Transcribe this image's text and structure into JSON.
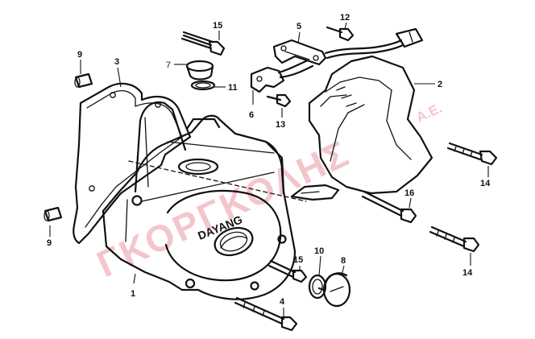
{
  "diagram": {
    "watermark": {
      "main": "ΓΚΟΡΓΚΟΛΗΣ",
      "suffix": "A.E."
    },
    "cover_casting_text": "DAYANG",
    "callouts": [
      {
        "id": "1",
        "label": "1"
      },
      {
        "id": "2",
        "label": "2"
      },
      {
        "id": "3",
        "label": "3"
      },
      {
        "id": "4",
        "label": "4"
      },
      {
        "id": "5",
        "label": "5"
      },
      {
        "id": "6",
        "label": "6"
      },
      {
        "id": "7",
        "label": "7"
      },
      {
        "id": "8",
        "label": "8"
      },
      {
        "id": "9a",
        "label": "9"
      },
      {
        "id": "9b",
        "label": "9"
      },
      {
        "id": "10",
        "label": "10"
      },
      {
        "id": "11",
        "label": "11"
      },
      {
        "id": "12",
        "label": "12"
      },
      {
        "id": "13",
        "label": "13"
      },
      {
        "id": "14a",
        "label": "14"
      },
      {
        "id": "14b",
        "label": "14"
      },
      {
        "id": "15a",
        "label": "15"
      },
      {
        "id": "15b",
        "label": "15"
      },
      {
        "id": "16",
        "label": "16"
      }
    ]
  }
}
